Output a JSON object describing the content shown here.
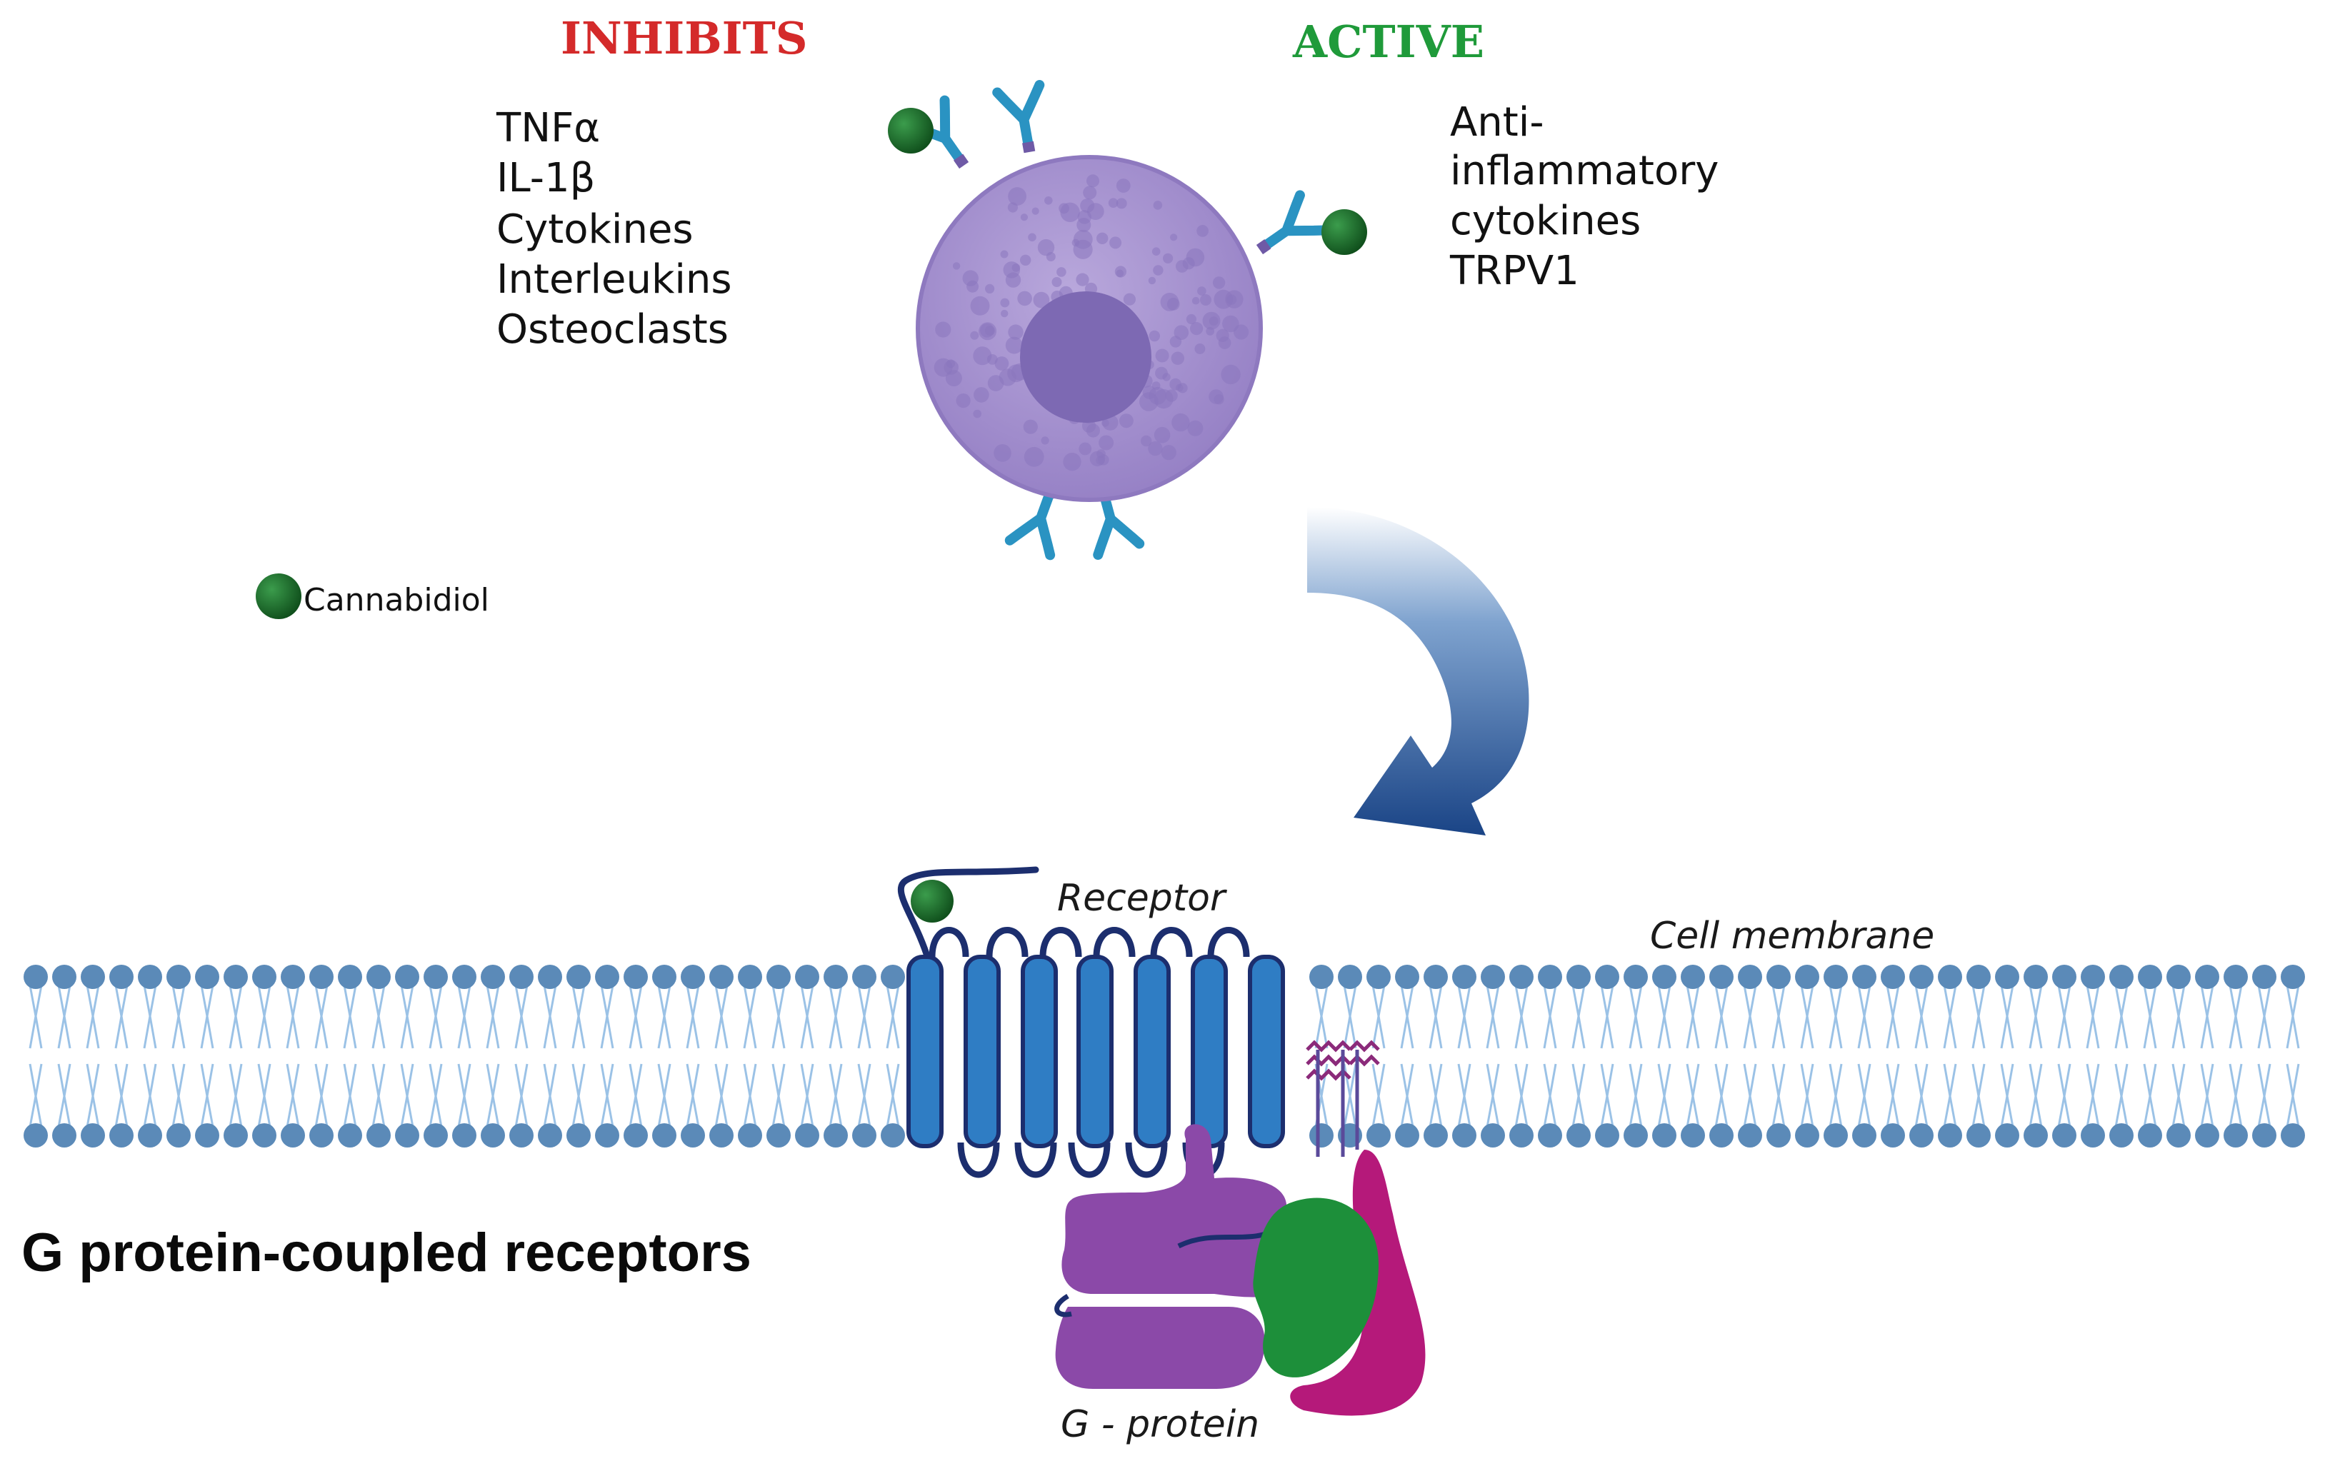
{
  "headings": {
    "inhibits": "INHIBITS",
    "active": "ACTIVE"
  },
  "inhibits_list": [
    "TNFα",
    "IL-1β",
    "Cytokines",
    "Interleukins",
    "Osteoclasts"
  ],
  "active_list": [
    "Anti-",
    "inflammatory",
    "cytokines",
    "TRPV1"
  ],
  "legend": {
    "label": "Cannabidiol"
  },
  "labels": {
    "receptor": "Receptor",
    "cell_membrane": "Cell membrane",
    "g_protein": "G - protein",
    "gpcr_title": "G protein-coupled receptors"
  },
  "colors": {
    "inhibits": "#d42a2a",
    "active": "#1f9a3a",
    "cannabidiol": "#1d6b2a",
    "cell_body": "#a894d0",
    "nucleus": "#7d69b3",
    "antibody": "#2a93c2",
    "membrane_head": "#5b8ab8",
    "receptor": "#2f7dc4",
    "g_protein_alpha": "#8b49a8",
    "g_protein_beta": "#1d8f3a",
    "g_protein_gamma": "#b5197a",
    "arrow": "#1f4f8f"
  }
}
